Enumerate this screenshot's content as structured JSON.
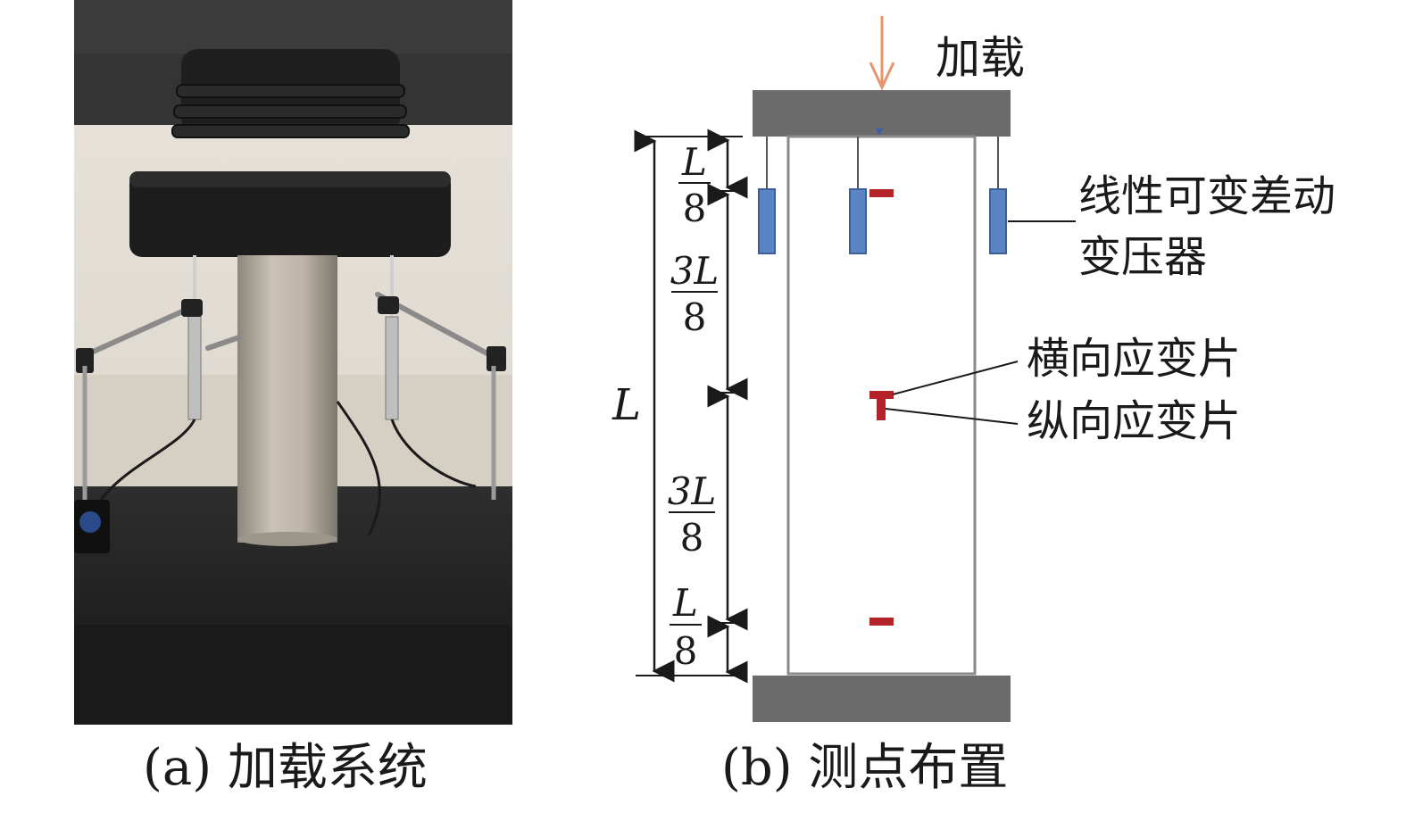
{
  "panel_a": {
    "caption": "(a) 加载系统"
  },
  "panel_b": {
    "caption": "(b) 测点布置",
    "load_label": "加载",
    "lvdt_label_line1": "线性可变差动",
    "lvdt_label_line2": "变压器",
    "transverse_gauge_label": "横向应变片",
    "longitudinal_gauge_label": "纵向应变片",
    "dimension_total": "L",
    "dim_1": {
      "num": "L",
      "den": "8"
    },
    "dim_2": {
      "num": "3L",
      "den": "8"
    },
    "dim_3": {
      "num": "3L",
      "den": "8"
    },
    "dim_4": {
      "num": "L",
      "den": "8"
    }
  },
  "colors": {
    "plate": "#6b6b6b",
    "lvdt": "#5b84c4",
    "gauge": "#b5232a",
    "load_arrow": "#e8946b"
  }
}
